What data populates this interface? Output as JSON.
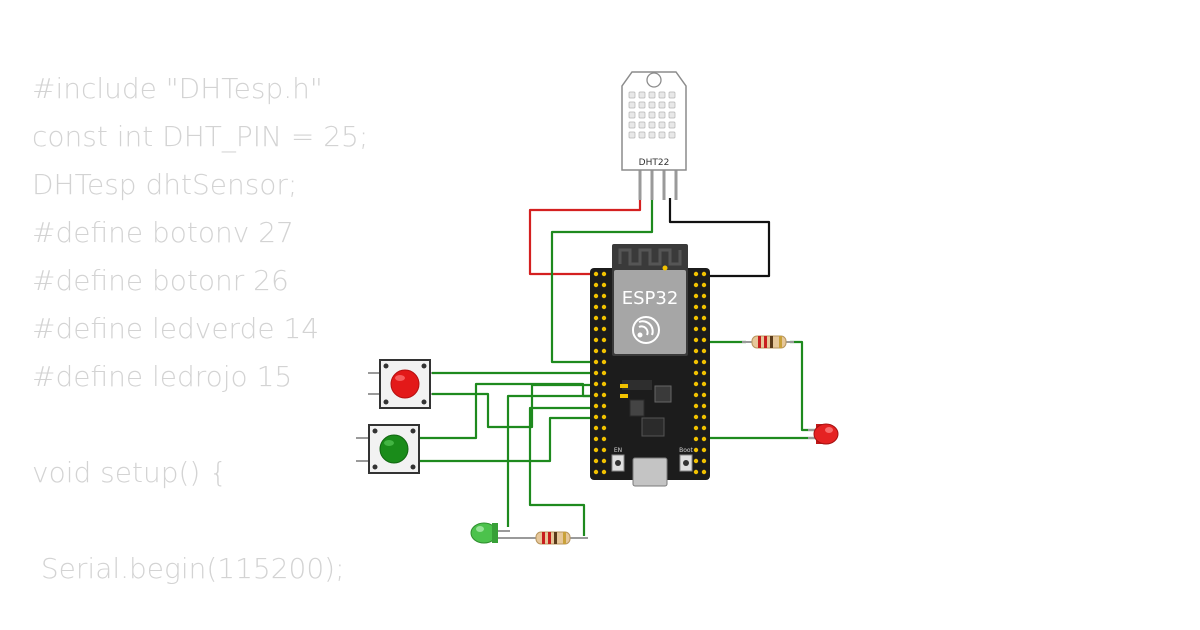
{
  "code_lines": [
    "#include \"DHTesp.h\"",
    "const int DHT_PIN = 25;",
    "DHTesp dhtSensor;",
    "#define botonv 27",
    "#define botonr 26",
    "#define ledverde 14",
    "#define ledrojo 15",
    "",
    "void setup() {",
    "",
    " Serial.begin(115200);"
  ],
  "sensor": {
    "label": "DHT22"
  },
  "board": {
    "label": "ESP32",
    "boot_label": "Boot",
    "en_label": "EN"
  },
  "colors": {
    "code_text": "#d3d3d3",
    "wire_green": "#1e8a1e",
    "wire_red": "#d42020",
    "wire_black": "#111111",
    "board": "#1c1c1c",
    "pin": "#f2c200",
    "button_red": "#e31919",
    "button_green": "#1a8c1a",
    "led_red": "#e52222",
    "led_green": "#4cc24c"
  }
}
